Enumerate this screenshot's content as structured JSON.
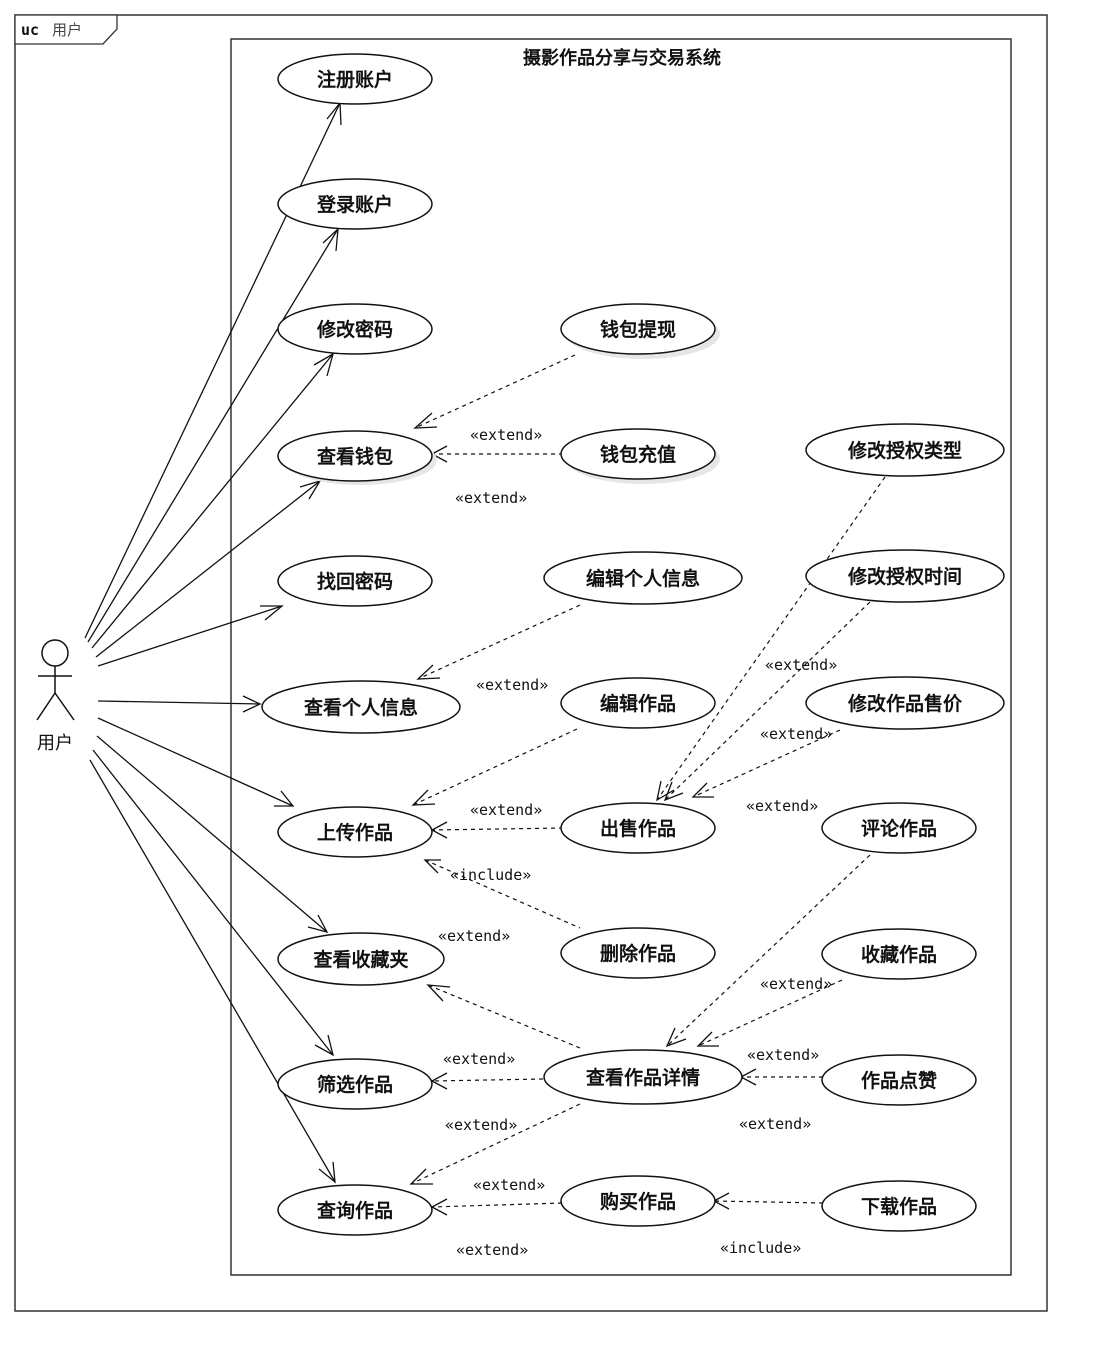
{
  "frame": {
    "keyword": "uc",
    "name": "用户"
  },
  "system": {
    "title": "摄影作品分享与交易系统"
  },
  "actor": {
    "label": "用户"
  },
  "use_cases": [
    {
      "id": "register",
      "label": "注册账户"
    },
    {
      "id": "login",
      "label": "登录账户"
    },
    {
      "id": "change_password",
      "label": "修改密码"
    },
    {
      "id": "view_wallet",
      "label": "查看钱包"
    },
    {
      "id": "recover_password",
      "label": "找回密码"
    },
    {
      "id": "view_profile",
      "label": "查看个人信息"
    },
    {
      "id": "upload_work",
      "label": "上传作品"
    },
    {
      "id": "view_favorites",
      "label": "查看收藏夹"
    },
    {
      "id": "filter_works",
      "label": "筛选作品"
    },
    {
      "id": "query_works",
      "label": "查询作品"
    },
    {
      "id": "wallet_withdraw",
      "label": "钱包提现"
    },
    {
      "id": "wallet_recharge",
      "label": "钱包充值"
    },
    {
      "id": "edit_profile",
      "label": "编辑个人信息"
    },
    {
      "id": "edit_work",
      "label": "编辑作品"
    },
    {
      "id": "sell_work",
      "label": "出售作品"
    },
    {
      "id": "delete_work",
      "label": "删除作品"
    },
    {
      "id": "view_work_detail",
      "label": "查看作品详情"
    },
    {
      "id": "buy_work",
      "label": "购买作品"
    },
    {
      "id": "modify_license_type",
      "label": "修改授权类型"
    },
    {
      "id": "modify_license_time",
      "label": "修改授权时间"
    },
    {
      "id": "modify_price",
      "label": "修改作品售价"
    },
    {
      "id": "comment_work",
      "label": "评论作品"
    },
    {
      "id": "favorite_work",
      "label": "收藏作品"
    },
    {
      "id": "like_work",
      "label": "作品点赞"
    },
    {
      "id": "download_work",
      "label": "下载作品"
    }
  ],
  "associations": [
    "register",
    "login",
    "change_password",
    "view_wallet",
    "recover_password",
    "view_profile",
    "upload_work",
    "view_favorites",
    "filter_works",
    "query_works"
  ],
  "stereotype_labels": [
    "«extend»",
    "«extend»",
    "«extend»",
    "«extend»",
    "«include»",
    "«extend»",
    "«extend»",
    "«extend»",
    "«extend»",
    "«extend»",
    "«extend»",
    "«extend»",
    "«extend»",
    "«extend»",
    "«extend»",
    "«include»"
  ]
}
